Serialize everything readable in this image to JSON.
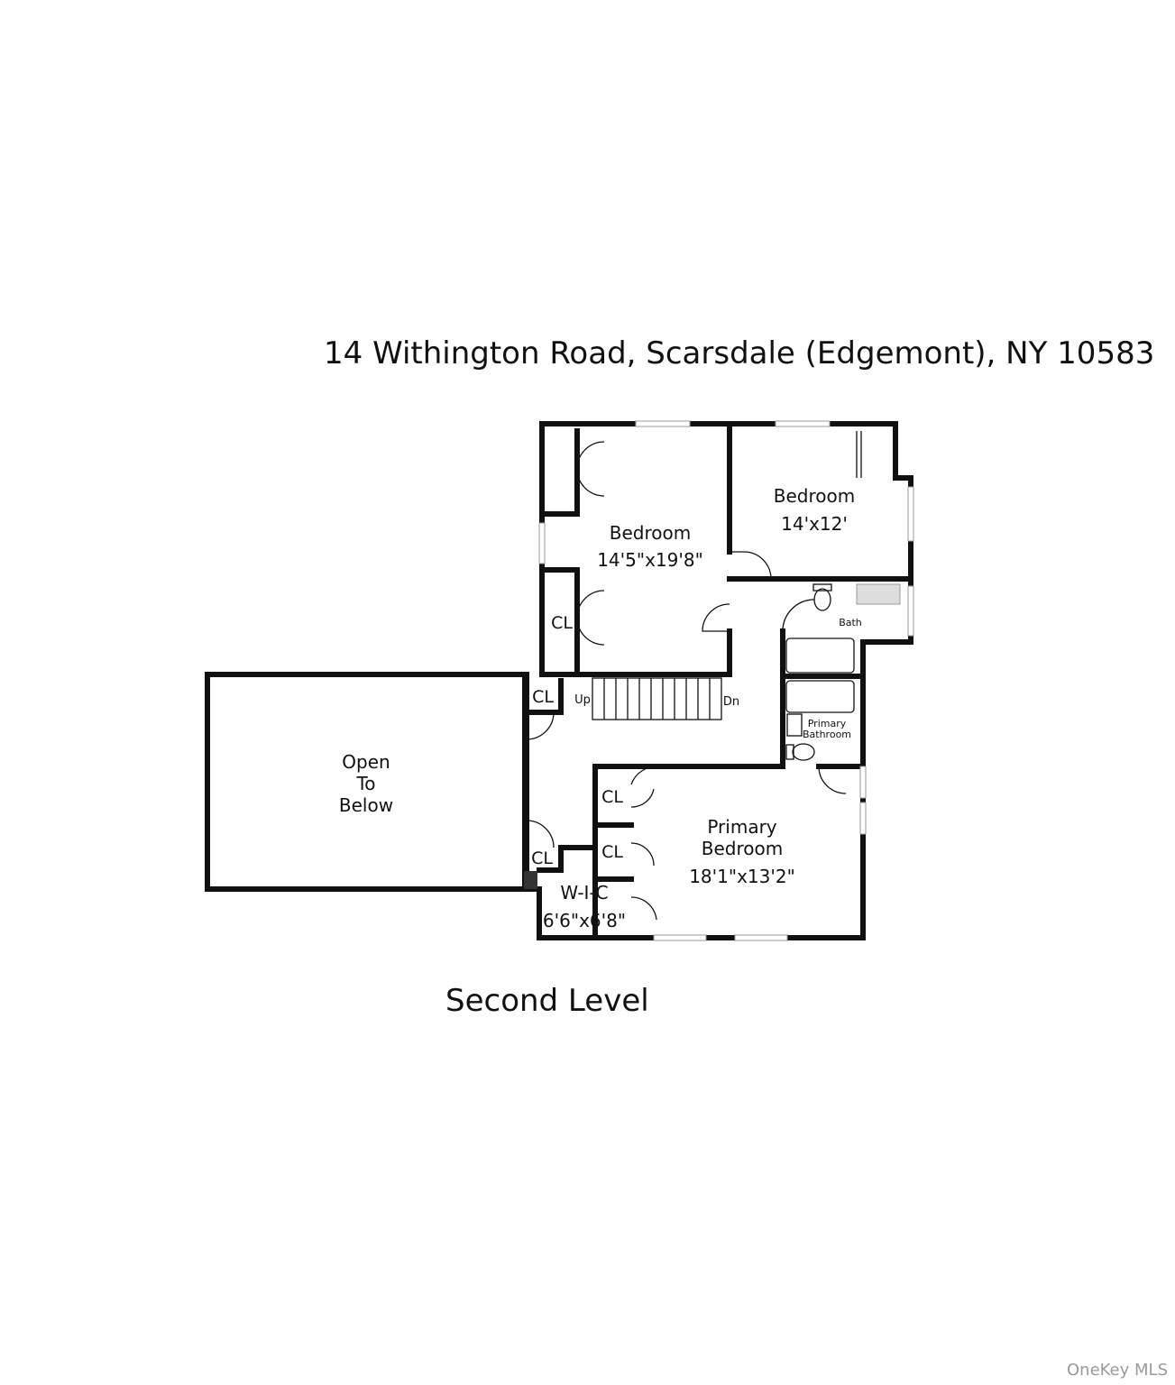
{
  "header": {
    "title": "14 Withington Road, Scarsdale (Edgemont), NY 10583"
  },
  "footer": {
    "level": "Second Level",
    "watermark": "OneKey MLS"
  },
  "rooms": {
    "bedroom1": {
      "name": "Bedroom",
      "size": "14'5\"x19'8\""
    },
    "bedroom2": {
      "name": "Bedroom",
      "size": "14'x12'"
    },
    "bath": {
      "name": "Bath"
    },
    "primary_bath": {
      "line1": "Primary",
      "line2": "Bathroom"
    },
    "primary_bedroom": {
      "line1": "Primary",
      "line2": "Bedroom",
      "size": "18'1\"x13'2\""
    },
    "wic": {
      "name": "W-I-C",
      "size": "6'6\"x6'8\""
    },
    "open_below": {
      "line1": "Open",
      "line2": "To",
      "line3": "Below"
    }
  },
  "closets": {
    "label": "CL"
  },
  "stairs": {
    "up": "Up",
    "down": "Dn"
  }
}
